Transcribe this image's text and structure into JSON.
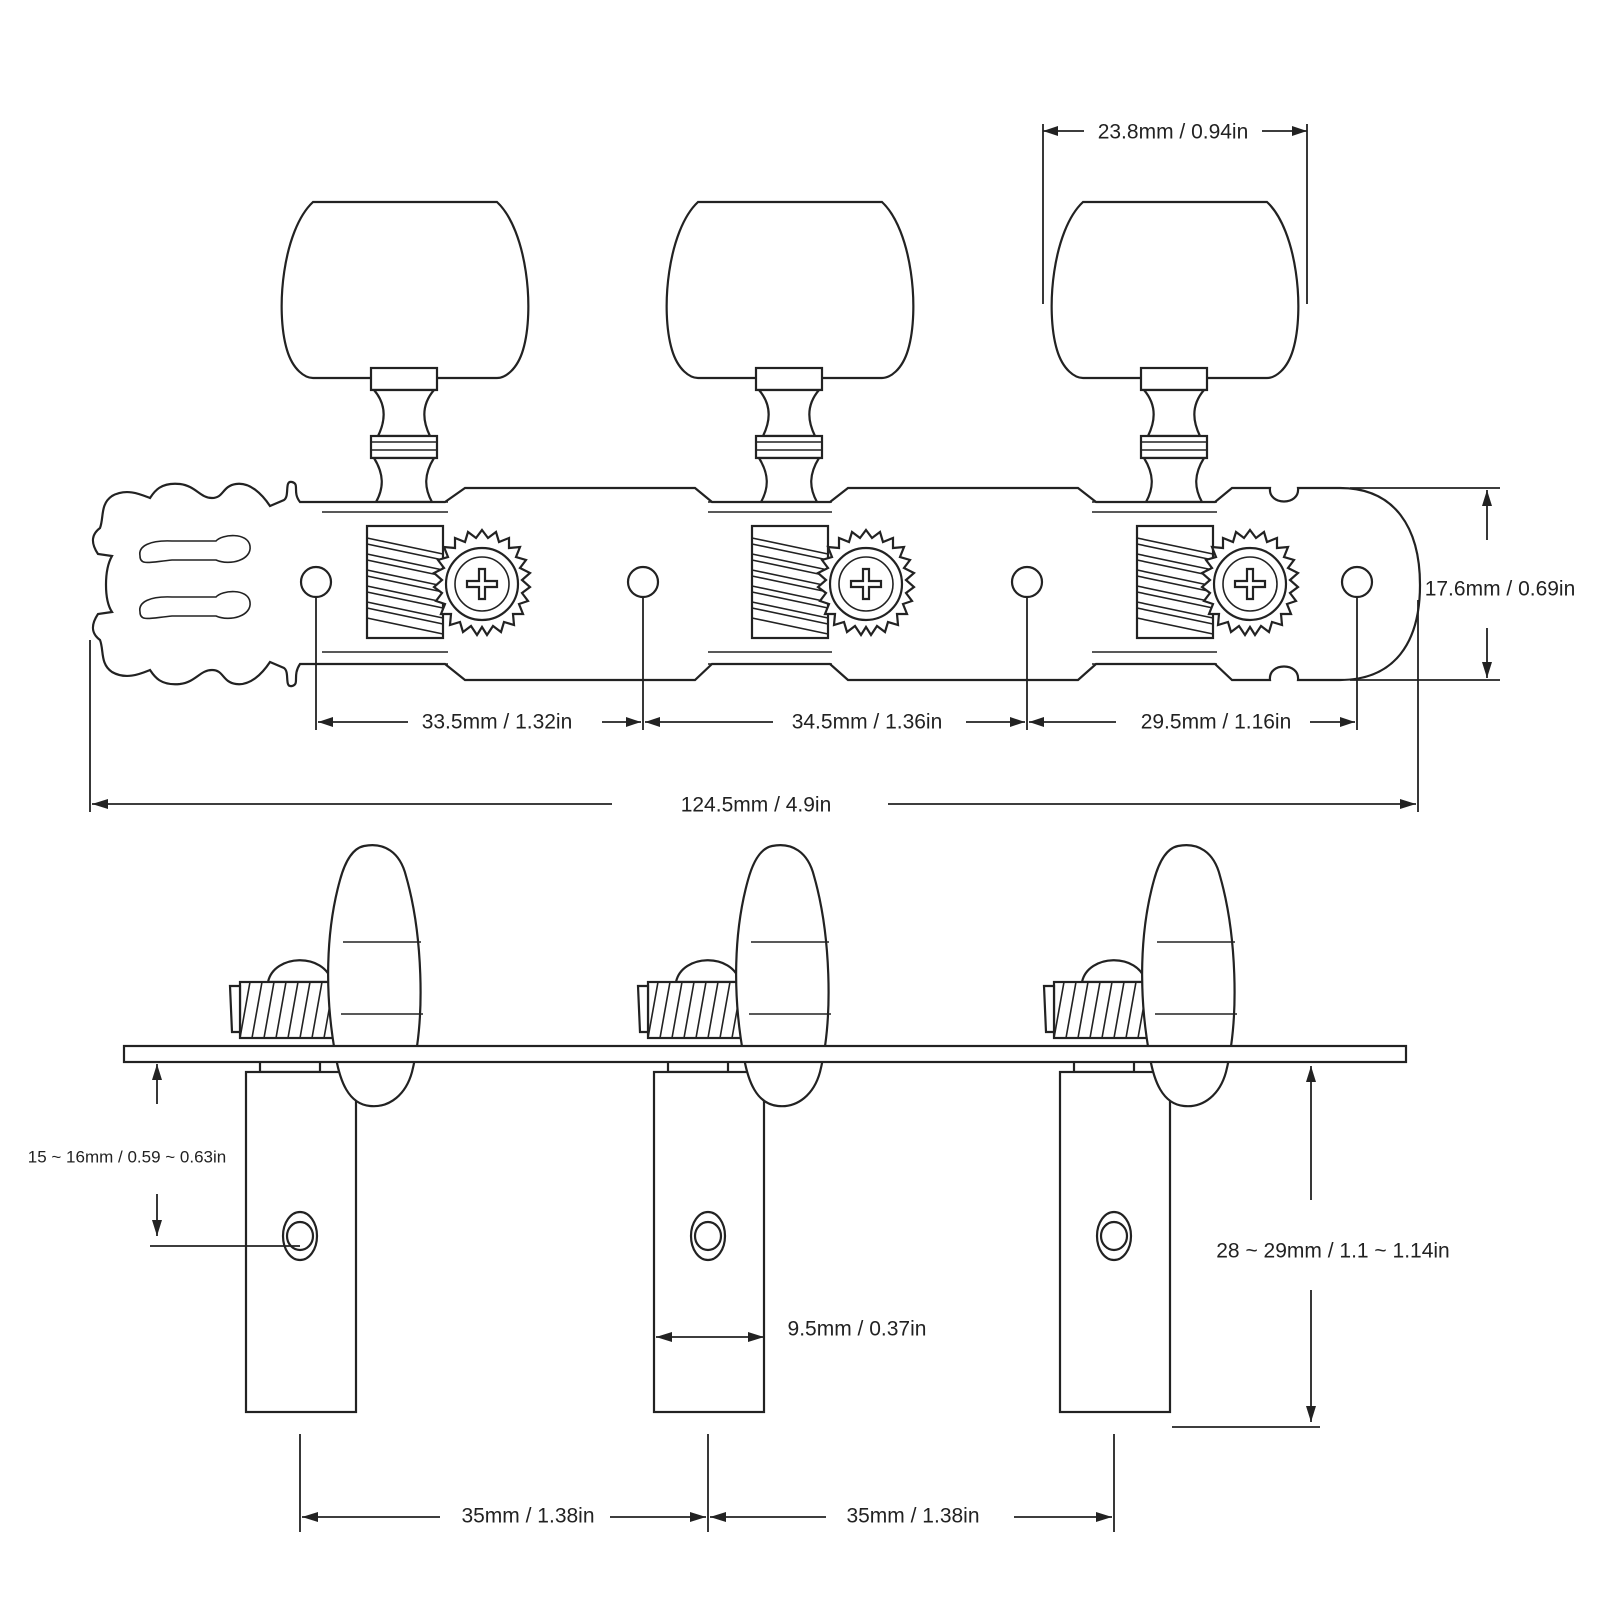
{
  "diagram": {
    "top_view": {
      "knob_width_label": "23.8mm / 0.94in",
      "plate_height_label": "17.6mm / 0.69in",
      "hole_spacing_labels": [
        "33.5mm / 1.32in",
        "34.5mm / 1.36in",
        "29.5mm / 1.16in"
      ],
      "total_length_label": "124.5mm / 4.9in"
    },
    "side_view": {
      "hole_offset_label": "15 ~ 16mm / 0.59 ~ 0.63in",
      "post_width_label": "9.5mm / 0.37in",
      "post_length_label": "28 ~ 29mm / 1.1 ~ 1.14in",
      "post_spacing_labels": [
        "35mm / 1.38in",
        "35mm / 1.38in"
      ]
    }
  }
}
